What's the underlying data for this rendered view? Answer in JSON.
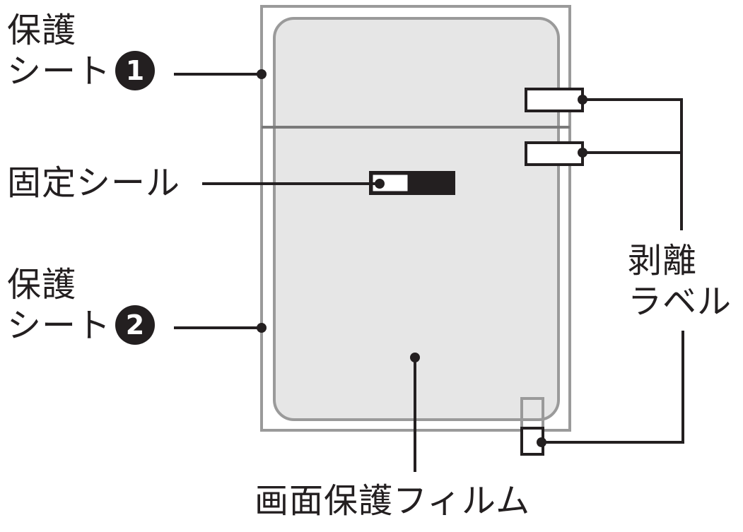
{
  "labels": {
    "protective_sheet_1": {
      "line1": "保護",
      "line2": "シート",
      "badge": "1"
    },
    "protective_sheet_2": {
      "line1": "保護",
      "line2": "シート",
      "badge": "2"
    },
    "fixing_seal": "固定シール",
    "release_label": {
      "line1": "剥離",
      "line2": "ラベル"
    },
    "screen_protector_film": "画面保護フィルム"
  },
  "colors": {
    "ink": "#231f20",
    "frame": "#9a9a9a",
    "film": "#e6e6e6"
  }
}
